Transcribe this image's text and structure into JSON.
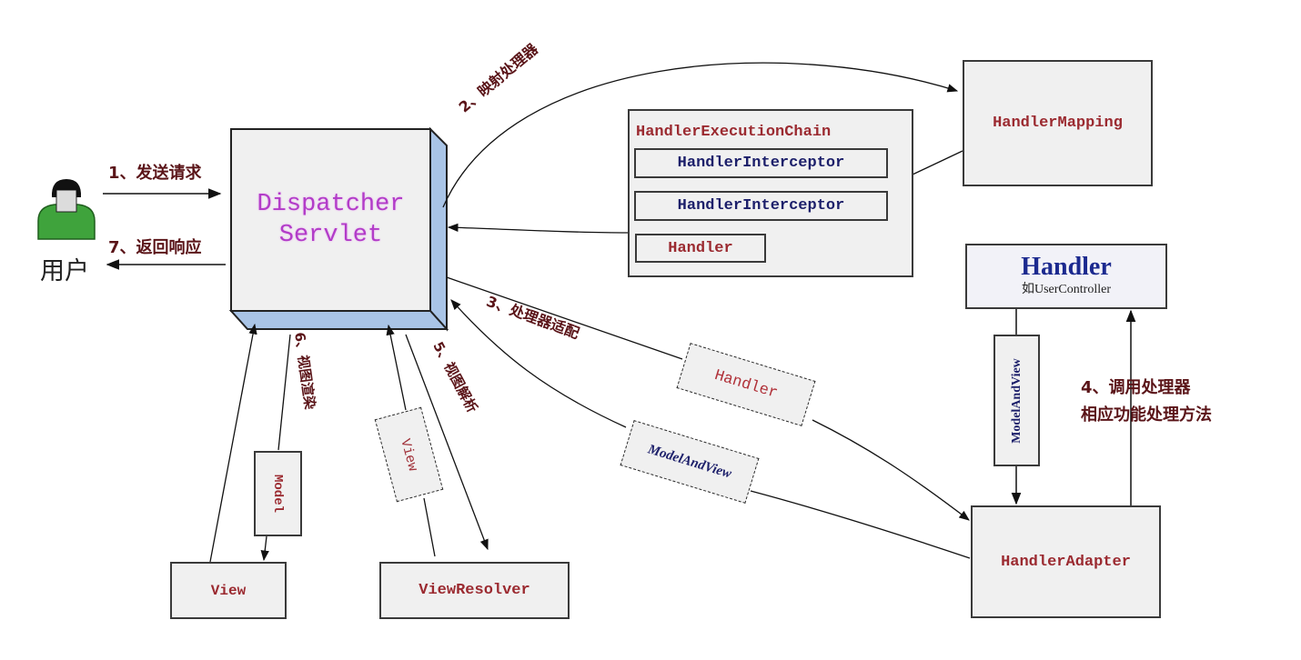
{
  "user": {
    "label": "用户"
  },
  "dispatcher": {
    "line1": "Dispatcher",
    "line2": "Servlet"
  },
  "handler_mapping": {
    "label": "HandlerMapping"
  },
  "execution_chain": {
    "title": "HandlerExecutionChain",
    "interceptors": [
      "HandlerInterceptor",
      "HandlerInterceptor"
    ],
    "handler": "Handler"
  },
  "handler_box": {
    "title": "Handler",
    "subtitle": "如UserController"
  },
  "handler_adapter": {
    "label": "HandlerAdapter"
  },
  "view": {
    "label": "View"
  },
  "view_resolver": {
    "label": "ViewResolver"
  },
  "tags": {
    "handler": "Handler",
    "model_and_view_left": "ModelAndView",
    "model_and_view_vertical": "ModelAndView",
    "model": "Model",
    "view": "View"
  },
  "steps": {
    "s1": "1、发送请求",
    "s2": "2、映射处理器",
    "s3": "3、处理器适配",
    "s4_line1": "4、调用处理器",
    "s4_line2": "相应功能处理方法",
    "s5": "5、视图解析",
    "s6": "6、视图渲染",
    "s7": "7、返回响应"
  },
  "colors": {
    "box_fill": "#f0f0f0",
    "servlet_side": "#a9c4e6",
    "servlet_text": "#b23cc8",
    "red_text": "#9b2a30",
    "navy_text": "#1c1f6a",
    "user_green": "#3fa33c"
  }
}
